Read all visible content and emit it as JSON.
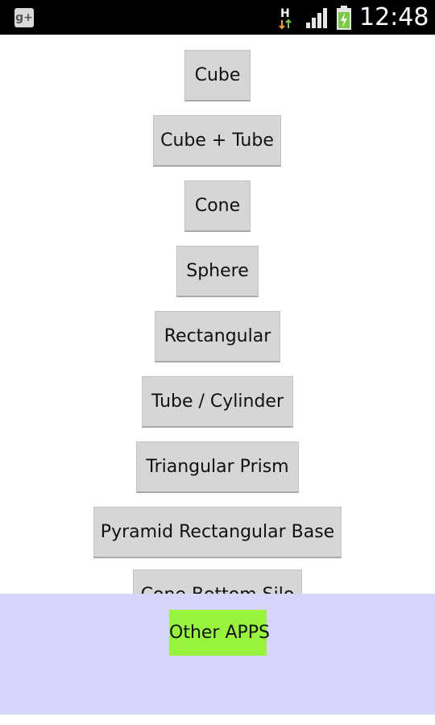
{
  "status_bar": {
    "time": "12:48",
    "network_type": "H",
    "icons": [
      "google-plus-icon",
      "network-h-icon",
      "signal-icon",
      "battery-charging-icon"
    ]
  },
  "shapes": [
    "Cube",
    "Cube + Tube",
    "Cone",
    "Sphere",
    "Rectangular",
    "Tube / Cylinder",
    "Triangular Prism",
    "Pyramid Rectangular Base",
    "Cone Bottom Silo"
  ],
  "bottom_bar": {
    "other_apps_label": "Other APPS"
  },
  "colors": {
    "status_bar": "#000000",
    "button_bg": "#d6d6d6",
    "bottom_panel": "#d7d5fd",
    "other_apps_bg": "#98f33c"
  }
}
